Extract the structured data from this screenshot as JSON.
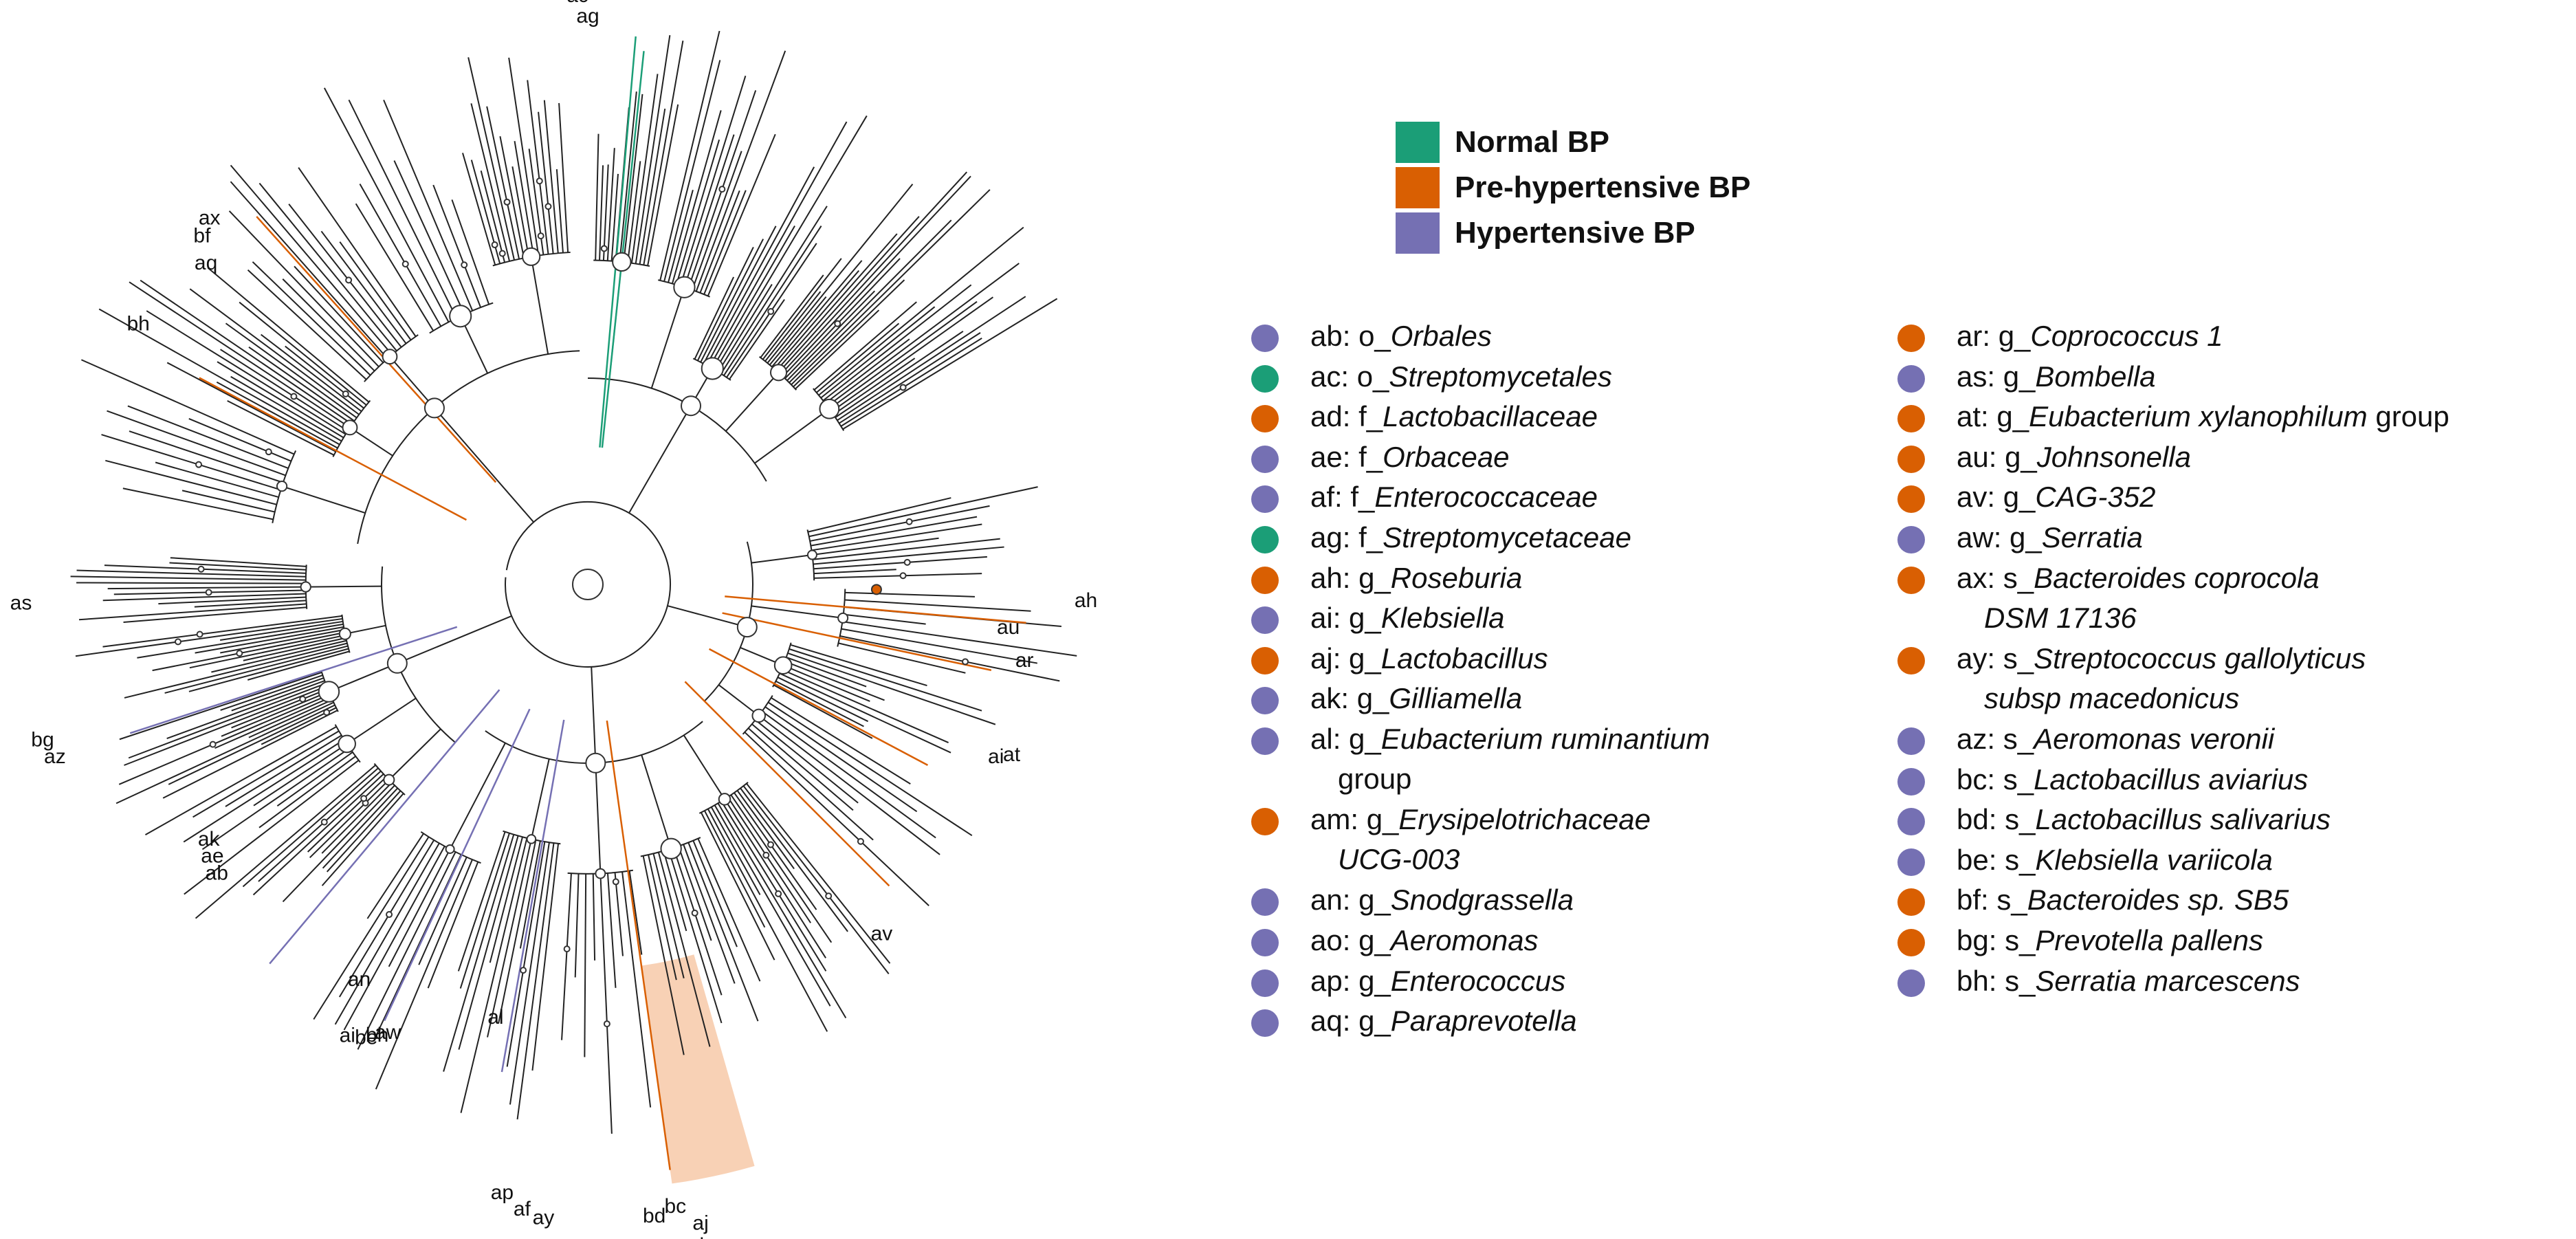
{
  "colors": {
    "normal": "#1b9e77",
    "pre_hypertensive": "#d95f02",
    "hypertensive": "#7570b3",
    "highlight_fill": "#f7c9a8",
    "tree_line": "#222222"
  },
  "legend": [
    {
      "label": "Normal BP",
      "color_key": "normal"
    },
    {
      "label": "Pre-hypertensive BP",
      "color_key": "pre_hypertensive"
    },
    {
      "label": "Hypertensive BP",
      "color_key": "hypertensive"
    }
  ],
  "tree_labels": [
    "ac",
    "ag",
    "bf",
    "ax",
    "aq",
    "bh",
    "as",
    "bg",
    "az",
    "ak",
    "ae",
    "ab",
    "an",
    "ai",
    "be",
    "bh",
    "aw",
    "al",
    "ap",
    "af",
    "ay",
    "bc",
    "bd",
    "aj",
    "ad",
    "av",
    "ai",
    "at",
    "ar",
    "au",
    "ah"
  ],
  "key_columns": [
    [
      {
        "code": "ab:",
        "prefix": "o_",
        "name": "Orbales",
        "suffix": "",
        "name2": "",
        "group": "hypertensive"
      },
      {
        "code": "ac:",
        "prefix": "o_",
        "name": "Streptomycetales",
        "suffix": "",
        "name2": "",
        "group": "normal"
      },
      {
        "code": "ad:",
        "prefix": "f_",
        "name": "Lactobacillaceae",
        "suffix": "",
        "name2": "",
        "group": "pre_hypertensive"
      },
      {
        "code": "ae:",
        "prefix": "f_",
        "name": "Orbaceae",
        "suffix": "",
        "name2": "",
        "group": "hypertensive"
      },
      {
        "code": "af:",
        "prefix": "f_",
        "name": "Enterococcaceae",
        "suffix": "",
        "name2": "",
        "group": "hypertensive"
      },
      {
        "code": "ag:",
        "prefix": "f_",
        "name": "Streptomycetaceae",
        "suffix": "",
        "name2": "",
        "group": "normal"
      },
      {
        "code": "ah:",
        "prefix": "g_",
        "name": "Roseburia",
        "suffix": "",
        "name2": "",
        "group": "pre_hypertensive"
      },
      {
        "code": "ai:",
        "prefix": "g_",
        "name": "Klebsiella",
        "suffix": "",
        "name2": "",
        "group": "hypertensive"
      },
      {
        "code": "aj:",
        "prefix": "g_",
        "name": "Lactobacillus",
        "suffix": "",
        "name2": "",
        "group": "pre_hypertensive"
      },
      {
        "code": "ak:",
        "prefix": "g_",
        "name": "Gilliamella",
        "suffix": "",
        "name2": "",
        "group": "hypertensive"
      },
      {
        "code": "al:",
        "prefix": "g_",
        "name": "Eubacterium ruminantium",
        "suffix": "",
        "name2": "group",
        "name2_italic": false,
        "group": "hypertensive"
      },
      {
        "code": "am:",
        "prefix": "g_",
        "name": "Erysipelotrichaceae",
        "suffix": "",
        "name2": "UCG-003",
        "name2_italic": true,
        "group": "pre_hypertensive"
      },
      {
        "code": "an:",
        "prefix": "g_",
        "name": "Snodgrassella",
        "suffix": "",
        "name2": "",
        "group": "hypertensive"
      },
      {
        "code": "ao:",
        "prefix": "g_",
        "name": "Aeromonas",
        "suffix": "",
        "name2": "",
        "group": "hypertensive"
      },
      {
        "code": "ap:",
        "prefix": "g_",
        "name": "Enterococcus",
        "suffix": "",
        "name2": "",
        "group": "hypertensive"
      },
      {
        "code": "aq:",
        "prefix": "g_",
        "name": "Paraprevotella",
        "suffix": "",
        "name2": "",
        "group": "hypertensive"
      }
    ],
    [
      {
        "code": "ar:",
        "prefix": "g_",
        "name": "Coprococcus 1",
        "suffix": "",
        "name2": "",
        "group": "pre_hypertensive"
      },
      {
        "code": "as:",
        "prefix": "g_",
        "name": "Bombella",
        "suffix": "",
        "name2": "",
        "group": "hypertensive"
      },
      {
        "code": "at:",
        "prefix": "g_",
        "name": "Eubacterium xylanophilum",
        "suffix": " group",
        "name2": "",
        "group": "pre_hypertensive"
      },
      {
        "code": "au:",
        "prefix": "g_",
        "name": "Johnsonella",
        "suffix": "",
        "name2": "",
        "group": "pre_hypertensive"
      },
      {
        "code": "av:",
        "prefix": "g_",
        "name": "CAG-352",
        "suffix": "",
        "name2": "",
        "group": "pre_hypertensive"
      },
      {
        "code": "aw:",
        "prefix": "g_",
        "name": "Serratia",
        "suffix": "",
        "name2": "",
        "group": "hypertensive"
      },
      {
        "code": "ax:",
        "prefix": "s_",
        "name": "Bacteroides coprocola",
        "suffix": "",
        "name2": "DSM 17136",
        "name2_italic": true,
        "group": "pre_hypertensive"
      },
      {
        "code": "ay:",
        "prefix": "s_",
        "name": "Streptococcus gallolyticus",
        "suffix": "",
        "name2": "subsp macedonicus",
        "name2_italic": true,
        "group": "pre_hypertensive"
      },
      {
        "code": "az:",
        "prefix": "s_",
        "name": "Aeromonas veronii",
        "suffix": "",
        "name2": "",
        "group": "hypertensive"
      },
      {
        "code": "bc:",
        "prefix": "s_",
        "name": "Lactobacillus aviarius",
        "suffix": "",
        "name2": "",
        "group": "hypertensive"
      },
      {
        "code": "bd:",
        "prefix": "s_",
        "name": "Lactobacillus salivarius",
        "suffix": "",
        "name2": "",
        "group": "hypertensive"
      },
      {
        "code": "be:",
        "prefix": "s_",
        "name": "Klebsiella variicola",
        "suffix": "",
        "name2": "",
        "group": "hypertensive"
      },
      {
        "code": "bf:",
        "prefix": "s_",
        "name": "Bacteroides sp. SB5",
        "suffix": "",
        "name2": "",
        "group": "pre_hypertensive"
      },
      {
        "code": "bg:",
        "prefix": "s_",
        "name": "Prevotella pallens",
        "suffix": "",
        "name2": "",
        "group": "pre_hypertensive"
      },
      {
        "code": "bh:",
        "prefix": "s_",
        "name": "Serratia marcescens",
        "suffix": "",
        "name2": "",
        "group": "hypertensive"
      }
    ]
  ]
}
